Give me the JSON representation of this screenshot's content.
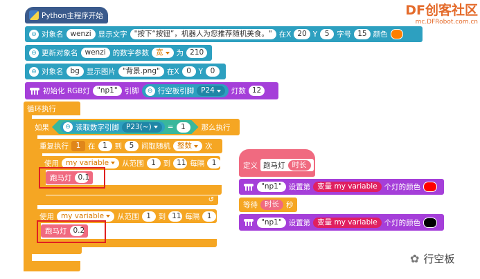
{
  "hat": {
    "label": "Python主程序开始"
  },
  "b1": {
    "pre": "对象名",
    "name": "wenzi",
    "mid": "显示文字",
    "text": "\"按下“按钮”，机器人为您推荐随机美食。\"",
    "x_label": "在X",
    "x": "20",
    "y_label": "Y",
    "y": "5",
    "size_label": "字号",
    "size": "15",
    "color_label": "颜色",
    "color": "#ff7f00"
  },
  "b2": {
    "pre": "更新对象名",
    "name": "wenzi",
    "mid": "的数字参数",
    "param": "宽",
    "to": "为",
    "value": "210"
  },
  "b3": {
    "pre": "对象名",
    "name": "bg",
    "mid": "显示图片",
    "file": "\"背景.png\"",
    "x_label": "在X",
    "x": "0",
    "y_label": "Y",
    "y": "0"
  },
  "b4": {
    "pre": "初始化 RGB灯",
    "obj": "\"np1\"",
    "pin_label": "引脚",
    "pin_block": "行空板引脚",
    "pin": "P24",
    "count_label": "灯数",
    "count": "12"
  },
  "loop": {
    "label": "循环执行"
  },
  "ifb": {
    "pre": "如果",
    "read": "读取数字引脚",
    "pin": "P23(~)",
    "eq": "=",
    "val": "1",
    "then": "那么执行"
  },
  "repeat": {
    "pre": "重复执行",
    "n": "1",
    "in": "在",
    "from": "1",
    "to_label": "到",
    "to": "5",
    "mid": "间取随机",
    "type": "整数",
    "suffix": "次"
  },
  "use1": {
    "pre": "使用",
    "var": "my variable",
    "from_label": "从范围",
    "from": "1",
    "to_label": "到",
    "to": "11",
    "step_label": "每隔",
    "step": "1"
  },
  "call1": {
    "label": "跑马灯",
    "val": "0.1"
  },
  "use2": {
    "pre": "使用",
    "var": "my variable",
    "from_label": "从范围",
    "from": "1",
    "to_label": "到",
    "to": "11",
    "step_label": "每隔",
    "step": "1"
  },
  "call2": {
    "label": "跑马灯",
    "val": "0.2"
  },
  "def": {
    "pre": "定义",
    "name": "跑马灯",
    "param": "时长"
  },
  "set1": {
    "obj": "\"np1\"",
    "label": "设置第",
    "var": "变量 my variable",
    "suffix": "个灯的颜色",
    "color": "#ff0000"
  },
  "wait": {
    "pre": "等待",
    "param": "时长",
    "suffix": "秒"
  },
  "set2": {
    "obj": "\"np1\"",
    "label": "设置第",
    "var": "变量 my variable",
    "suffix": "个灯的颜色",
    "color": "#000000"
  },
  "watermark": {
    "brand": "DF创客社区",
    "url": "mc.DFRobot.com.cn",
    "wechat": "行空板"
  },
  "colors": {
    "teal": "#2da0c0",
    "purple": "#a53fd9",
    "orange": "#f5a623",
    "pink": "#f06a80",
    "highlight": "#e02020"
  }
}
